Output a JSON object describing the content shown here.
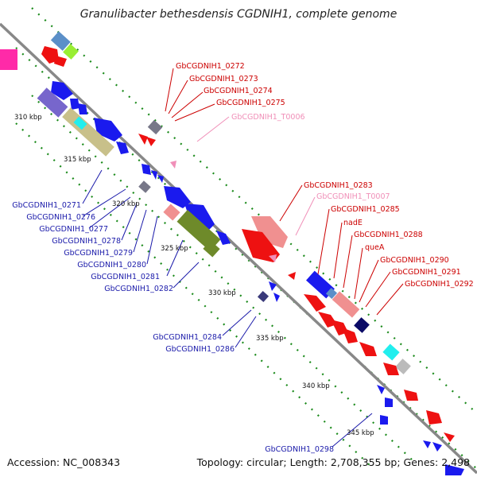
{
  "title": "Granulibacter bethesdensis CGDNIH1, complete genome",
  "footer": {
    "accession": "Accession: NC_008343",
    "summary": "Topology: circular; Length: 2,708,355 bp; Genes: 2,498"
  },
  "ticks": [
    "310 kbp",
    "315 kbp",
    "320 kbp",
    "325 kbp",
    "330 kbp",
    "335 kbp",
    "340 kbp",
    "345 kbp"
  ],
  "labels_top": [
    {
      "text": "GbCGDNIH1_0272",
      "color": "#cc0000"
    },
    {
      "text": "GbCGDNIH1_0273",
      "color": "#cc0000"
    },
    {
      "text": "GbCGDNIH1_0274",
      "color": "#cc0000"
    },
    {
      "text": "GbCGDNIH1_0275",
      "color": "#cc0000"
    },
    {
      "text": "GbCGDNIH1_T0006",
      "color": "#f08fb8"
    },
    {
      "text": "GbCGDNIH1_0283",
      "color": "#cc0000"
    },
    {
      "text": "GbCGDNIH1_T0007",
      "color": "#f08fb8"
    },
    {
      "text": "GbCGDNIH1_0285",
      "color": "#cc0000"
    },
    {
      "text": "nadE",
      "color": "#cc0000"
    },
    {
      "text": "GbCGDNIH1_0288",
      "color": "#cc0000"
    },
    {
      "text": "queA",
      "color": "#cc0000"
    },
    {
      "text": "GbCGDNIH1_0290",
      "color": "#cc0000"
    },
    {
      "text": "GbCGDNIH1_0291",
      "color": "#cc0000"
    },
    {
      "text": "GbCGDNIH1_0292",
      "color": "#cc0000"
    }
  ],
  "labels_bottom": [
    {
      "text": "GbCGDNIH1_0271",
      "color": "#1a1aaa"
    },
    {
      "text": "GbCGDNIH1_0276",
      "color": "#1a1aaa"
    },
    {
      "text": "GbCGDNIH1_0277",
      "color": "#1a1aaa"
    },
    {
      "text": "GbCGDNIH1_0278",
      "color": "#1a1aaa"
    },
    {
      "text": "GbCGDNIH1_0279",
      "color": "#1a1aaa"
    },
    {
      "text": "GbCGDNIH1_0280",
      "color": "#1a1aaa"
    },
    {
      "text": "GbCGDNIH1_0281",
      "color": "#1a1aaa"
    },
    {
      "text": "GbCGDNIH1_0282",
      "color": "#1a1aaa"
    },
    {
      "text": "GbCGDNIH1_0284",
      "color": "#1a1aaa"
    },
    {
      "text": "GbCGDNIH1_0286",
      "color": "#1a1aaa"
    },
    {
      "text": "GbCGDNIH1_0298",
      "color": "#1a1aaa"
    }
  ]
}
